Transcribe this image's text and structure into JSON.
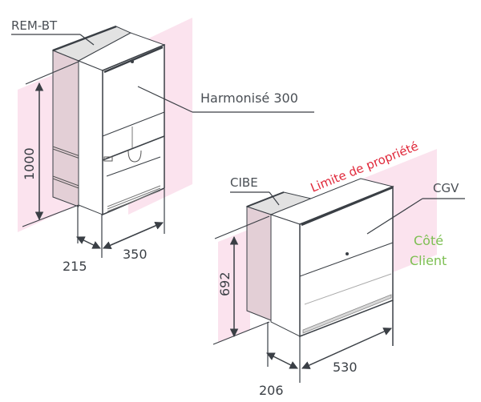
{
  "colors": {
    "wall_pink": "#fbe3ee",
    "side_shade": "#e3cfd6",
    "top_grey": "#e2e2e2",
    "line_dark": "#3a3f45",
    "label_grey": "#4a4f55",
    "property_limit_red": "#e0283a",
    "client_side_green": "#7dbf52"
  },
  "left_unit": {
    "top_label": "REM-BT",
    "front_label": "Harmonisé 300",
    "dimensions": {
      "height": "1000",
      "depth": "215",
      "width": "350"
    }
  },
  "right_unit": {
    "top_label": "CIBE",
    "front_label": "CGV",
    "property_limit_label": "Limite de propriété",
    "client_side_label_line1": "Côté",
    "client_side_label_line2": "Client",
    "dimensions": {
      "height": "692",
      "depth": "206",
      "width": "530"
    }
  }
}
